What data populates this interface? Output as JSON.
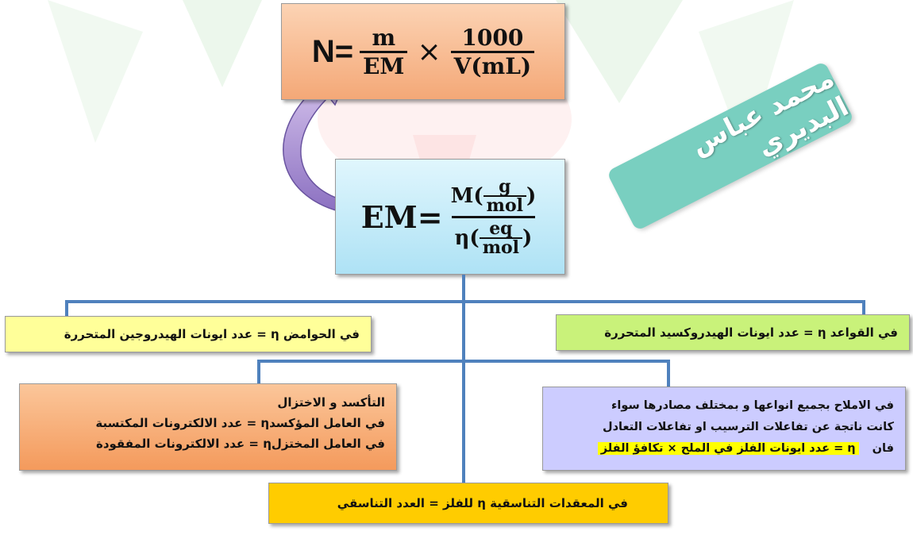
{
  "formula_n": {
    "lhs": "N=",
    "frac1_num": "m",
    "frac1_den": "EM",
    "times": "×",
    "frac2_num": "1000",
    "frac2_den": "V(mL)"
  },
  "formula_em": {
    "lhs": "EM=",
    "num_prefix": "M(",
    "num_sub_num": "g",
    "num_sub_den": "mol",
    "num_suffix": ")",
    "den_prefix": "η(",
    "den_sub_num": "eq",
    "den_sub_den": "mol",
    "den_suffix": ")"
  },
  "author": "محمد عباس البديري",
  "boxes": {
    "acids": "في الحوامض η = عدد ايونات الهيدروجين المتحررة",
    "bases": "في القواعد η = عدد ايونات الهيدروكسيد المتحررة",
    "redox_title": "التأكسد و الاختزال",
    "redox_line1": "في العامل المؤكسدη = عدد الالكترونات المكتسبة",
    "redox_line2": "في العامل المختزلη = عدد الالكترونات المفقودة",
    "salts_line1": "في الاملاح بجميع انواعها و بمختلف مصادرها سواء",
    "salts_line2": "كانت ناتجة عن تفاعلات الترسيب او تفاعلات التعادل",
    "salts_line3_prefix": "فان",
    "salts_line3_highlight": "η = عدد ايونات الفلز في الملح × تكافؤ الفلز",
    "complexes": "في المعقدات التناسقية η للفلز = العدد التناسقي"
  },
  "colors": {
    "formula_n_bg": "#f6b88a",
    "formula_em_bg": "#bfeaf8",
    "author_bg": "#79cfc0",
    "acids_bg": "#ffff99",
    "bases_bg": "#c9f27a",
    "redox_bg": "#f7a46a",
    "salts_bg": "#ccccff",
    "complexes_bg": "#ffcc00",
    "connector": "#4f81bd"
  }
}
